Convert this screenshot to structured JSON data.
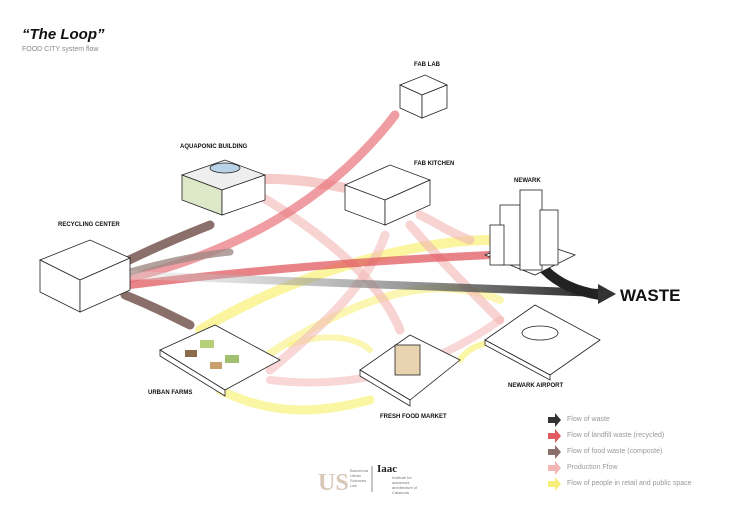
{
  "header": {
    "title": "“The Loop”",
    "subtitle": "FOOD CITY system flow"
  },
  "nodes": {
    "fab_lab": "FAB LAB",
    "aquaponic": "AQUAPONIC BUILDING",
    "fab_kitchen": "FAB KITCHEN",
    "newark": "NEWARK",
    "recycling": "RECYCLING CENTER",
    "urban_farms": "URBAN FARMS",
    "market": "FRESH FOOD MARKET",
    "airport": "NEWARK AIRPORT",
    "waste": "WASTE"
  },
  "legend": [
    {
      "label": "Flow of waste",
      "color": "#333333"
    },
    {
      "label": "Flow of landfill waste (recycled)",
      "color": "#e05a60"
    },
    {
      "label": "Flow of food waste (composte)",
      "color": "#8a6f6a"
    },
    {
      "label": "Production Ffow",
      "color": "#f2b6b4"
    },
    {
      "label": "Flow of people in retail and public space",
      "color": "#f7ef7a"
    }
  ],
  "logos": {
    "bus_name": "Barcelona Urban Sciences Lab",
    "iaac_mark": "Iaac",
    "iaac_name": "Institute for advanced architecture of Catalonia"
  }
}
